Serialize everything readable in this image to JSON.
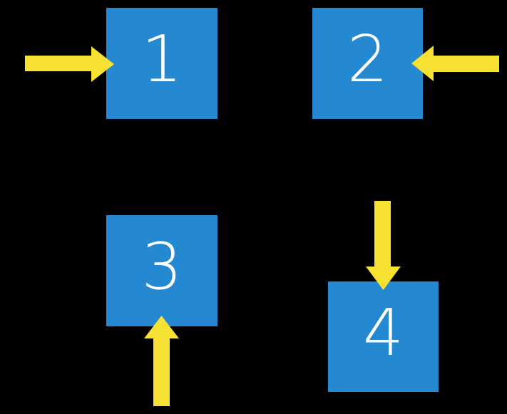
{
  "colors": {
    "background": "#000000",
    "square": "#2489d0",
    "arrow": "#f7e132",
    "label": "#ffffff"
  },
  "squares": [
    {
      "label": "1",
      "arrow_direction": "right",
      "arrow_enters_from": "left"
    },
    {
      "label": "2",
      "arrow_direction": "left",
      "arrow_enters_from": "right"
    },
    {
      "label": "3",
      "arrow_direction": "up",
      "arrow_enters_from": "bottom"
    },
    {
      "label": "4",
      "arrow_direction": "down",
      "arrow_enters_from": "top"
    }
  ]
}
